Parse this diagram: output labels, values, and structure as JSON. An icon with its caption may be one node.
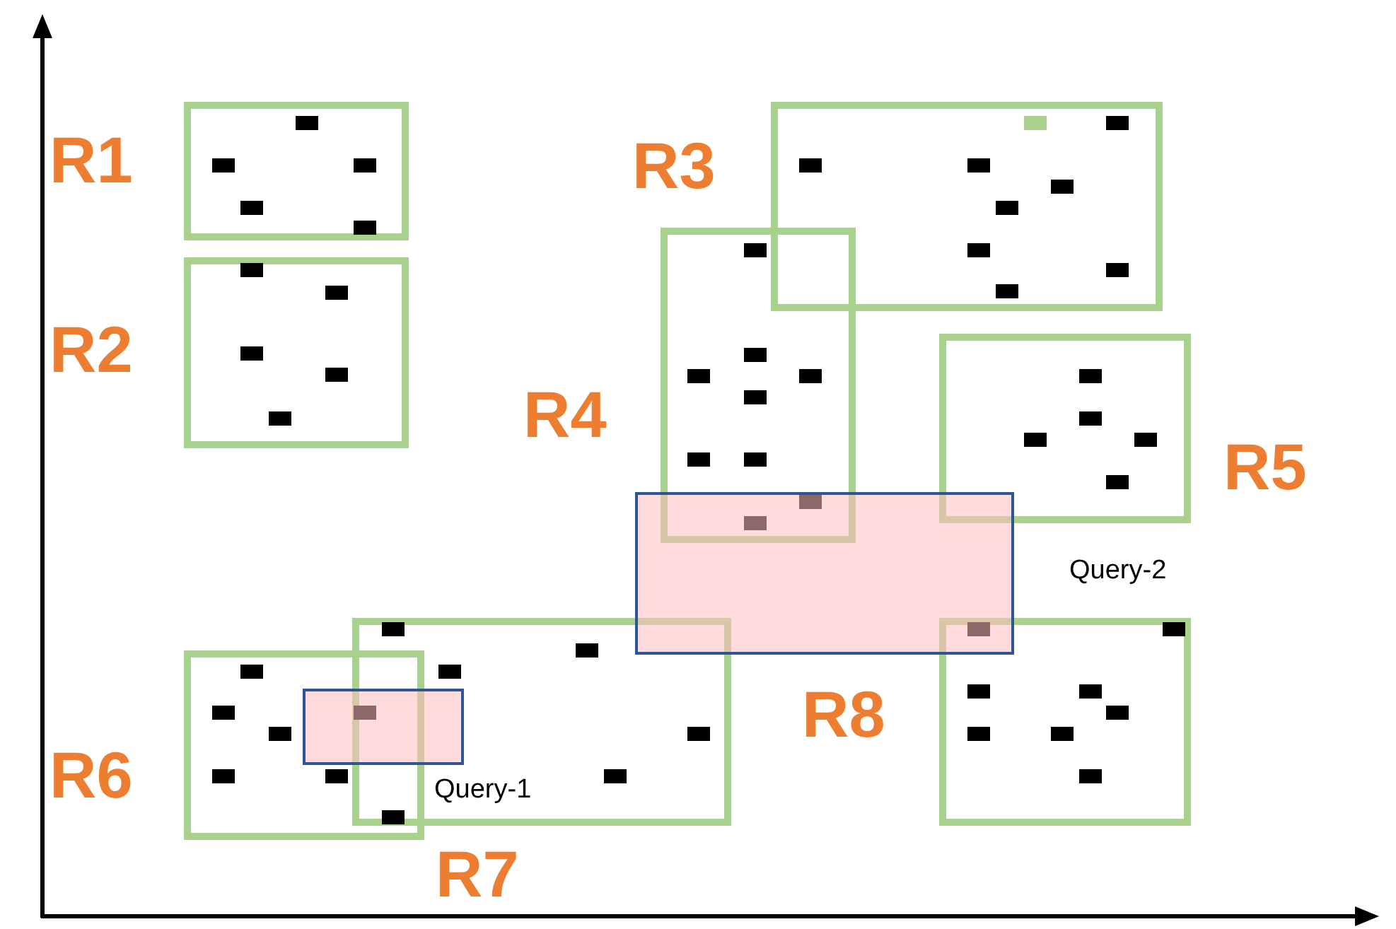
{
  "diagram": {
    "nodes": [
      {
        "text": [
          "R1"
        ]
      },
      {
        "text": [
          "R2"
        ]
      },
      {
        "text": [
          "R3"
        ]
      },
      {
        "text": [
          "R4"
        ]
      },
      {
        "text": [
          "R5"
        ]
      },
      {
        "text": [
          "R6"
        ]
      },
      {
        "text": [
          "R7"
        ]
      },
      {
        "text": [
          "R8"
        ]
      },
      {
        "text": [],
        "shape": "box",
        "beside": [
          "Query-1"
        ]
      },
      {
        "text": [],
        "shape": "box",
        "beside": [
          "Query-2"
        ]
      }
    ]
  }
}
